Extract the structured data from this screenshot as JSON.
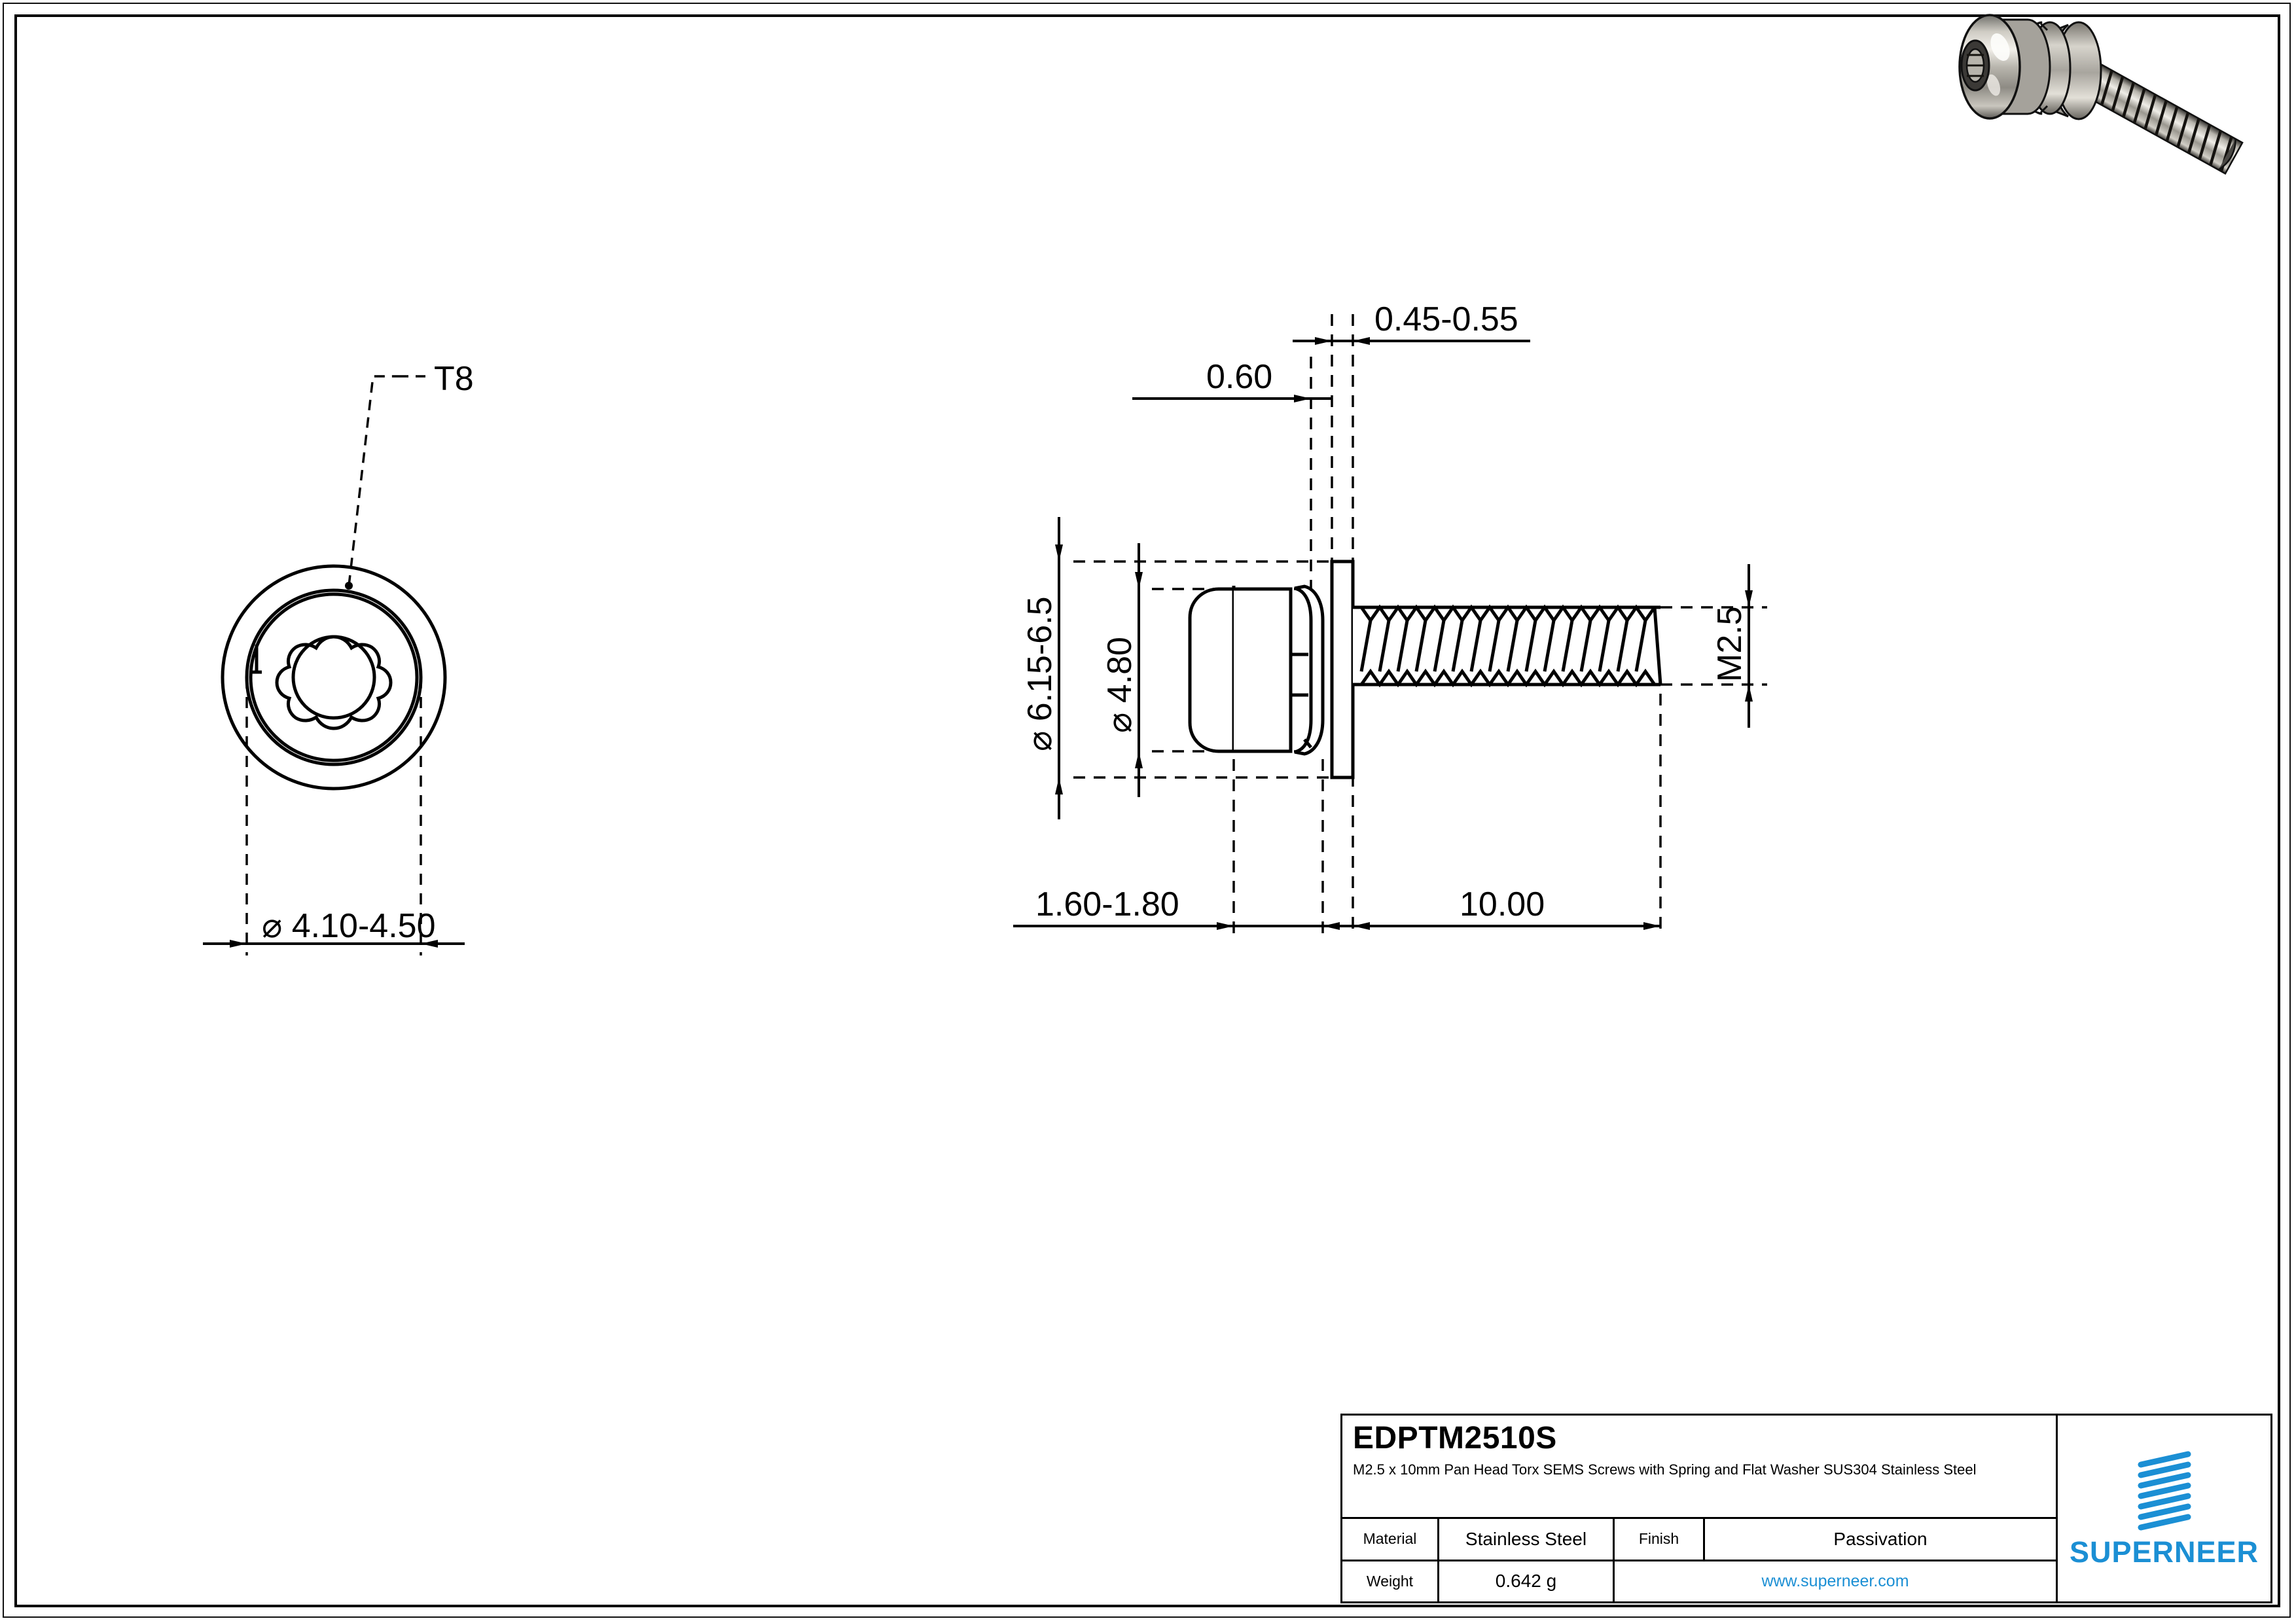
{
  "drawing": {
    "front_view": {
      "callout_label": "T8",
      "diameter_dim": "⌀ 4.10-4.50"
    },
    "side_view": {
      "dims": {
        "washer_thickness": "0.45-0.55",
        "spring_washer_thickness": "0.60",
        "flat_washer_diameter": "⌀ 6.15-6.5",
        "head_diameter": "⌀ 4.80",
        "thread_size": "M2.5",
        "head_height": "1.60-1.80",
        "thread_length": "10.00"
      }
    }
  },
  "render": {
    "alt": "3D rendered pan head torx SEMS screw with spring and flat washer"
  },
  "titleblock": {
    "part_code": "EDPTM2510S",
    "description": "M2.5 x 10mm Pan Head Torx SEMS Screws with Spring and Flat Washer SUS304 Stainless Steel",
    "material_label": "Material",
    "material_value": "Stainless Steel",
    "finish_label": "Finish",
    "finish_value": "Passivation",
    "weight_label": "Weight",
    "weight_value": "0.642 g",
    "website": "www.superneer.com",
    "brand": "SUPERNEER",
    "brand_color": "#1b8fd4"
  }
}
